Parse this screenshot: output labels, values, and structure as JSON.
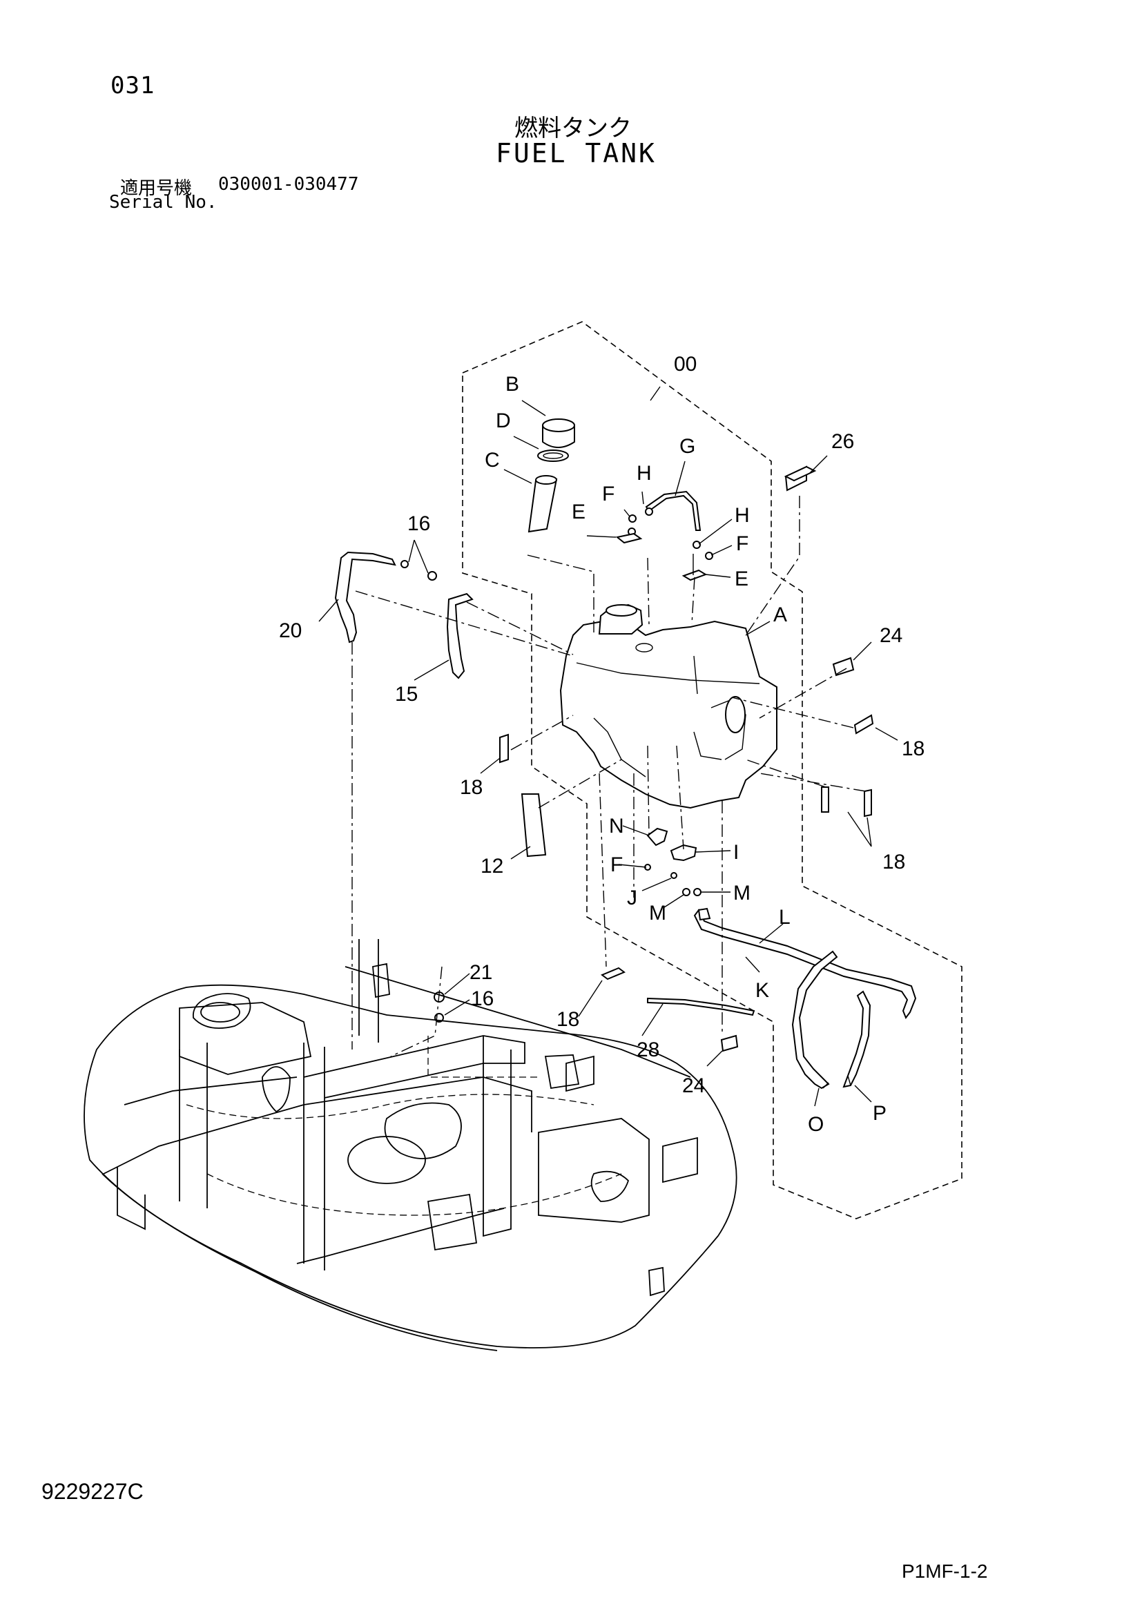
{
  "header": {
    "page_code": "031",
    "title_jp": "燃料タンク",
    "title_en": "FUEL TANK",
    "serial_label_jp": "適用号機",
    "serial_range": "030001-030477",
    "serial_label_en": "Serial No."
  },
  "callouts": {
    "c00": "00",
    "cB": "B",
    "cD": "D",
    "cC": "C",
    "cG": "G",
    "cH1": "H",
    "cF1": "F",
    "cE1": "E",
    "cH2": "H",
    "cF2": "F",
    "cE2": "E",
    "c26": "26",
    "c16a": "16",
    "c20": "20",
    "c15": "15",
    "cA": "A",
    "c24a": "24",
    "c18a": "18",
    "c18b": "18",
    "c12": "12",
    "c18c": "18",
    "cN": "N",
    "cF3": "F",
    "cI": "I",
    "cJ": "J",
    "cM1": "M",
    "cM2": "M",
    "cL": "L",
    "cK": "K",
    "c21": "21",
    "c16b": "16",
    "c18d": "18",
    "c28": "28",
    "c24b": "24",
    "cO": "O",
    "cP": "P"
  },
  "footer": {
    "doc_number": "9229227C",
    "sheet_code": "P1MF-1-2"
  }
}
